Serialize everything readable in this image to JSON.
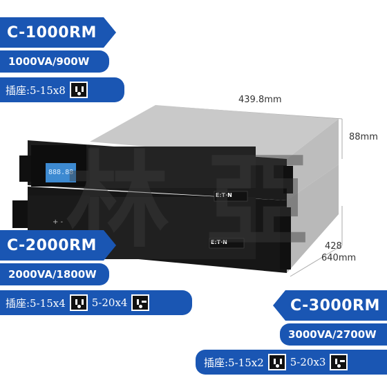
{
  "models": [
    {
      "model": "C-1000RM",
      "spec": "1000VA/900W",
      "outlet_prefix": "插座:5-15x8",
      "outlets": []
    },
    {
      "model": "C-2000RM",
      "spec": "2000VA/1800W",
      "outlet_prefix": "插座:5-15x4",
      "outlets": [
        "5-20x4"
      ]
    },
    {
      "model": "C-3000RM",
      "spec": "3000VA/2700W",
      "outlet_prefix": "插座:5-15x2",
      "outlets": [
        "5-20x3"
      ]
    }
  ],
  "dimensions": {
    "width": "439.8mm",
    "height": "88mm",
    "depth_1": "428",
    "depth_2": "640mm"
  },
  "brand": "E:T·N",
  "watermark": "林 亞",
  "colors": {
    "banner": "#1a56b3",
    "unit_body": "#1c1c1c",
    "unit_top": "#c9c9c9"
  },
  "icons": [
    "nema-5-15-socket-icon",
    "nema-5-20-socket-icon"
  ]
}
